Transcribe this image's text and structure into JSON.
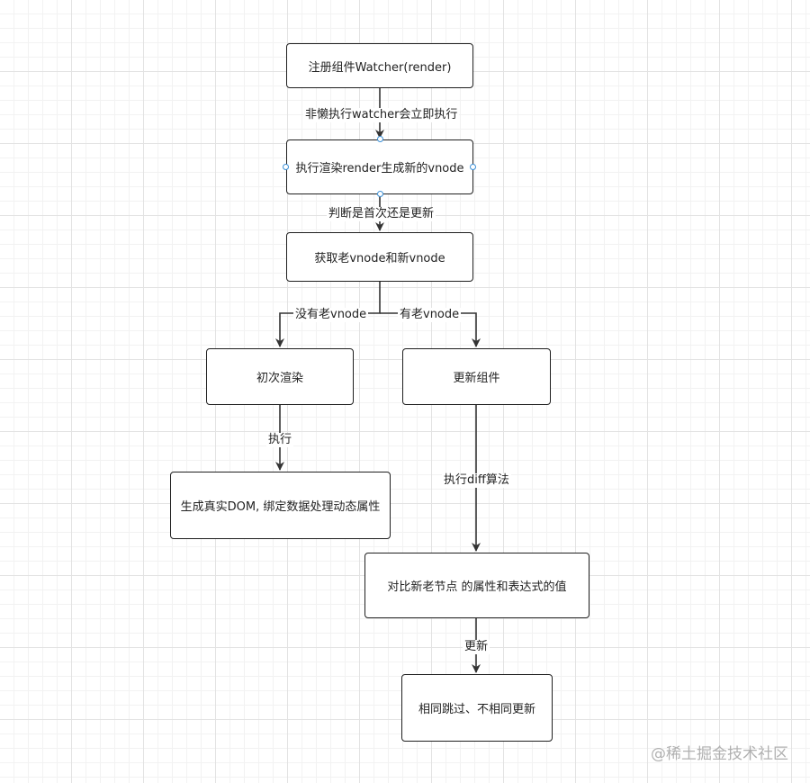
{
  "nodes": {
    "register_watcher": "注册组件Watcher(render)",
    "execute_render": "执行渲染render生成新的vnode",
    "get_vnodes": "获取老vnode和新vnode",
    "initial_render": "初次渲染",
    "update_component": "更新组件",
    "generate_dom": "生成真实DOM, 绑定数据处理动态属性",
    "compare_nodes": "对比新老节点 的属性和表达式的值",
    "skip_or_update": "相同跳过、不相同更新"
  },
  "edges": {
    "non_lazy_exec": "非懒执行watcher会立即执行",
    "judge_first": "判断是首次还是更新",
    "no_old_vnode": "没有老vnode",
    "has_old_vnode": "有老vnode",
    "execute": "执行",
    "execute_diff": "执行diff算法",
    "update": "更新"
  },
  "watermark": "@稀土掘金技术社区"
}
